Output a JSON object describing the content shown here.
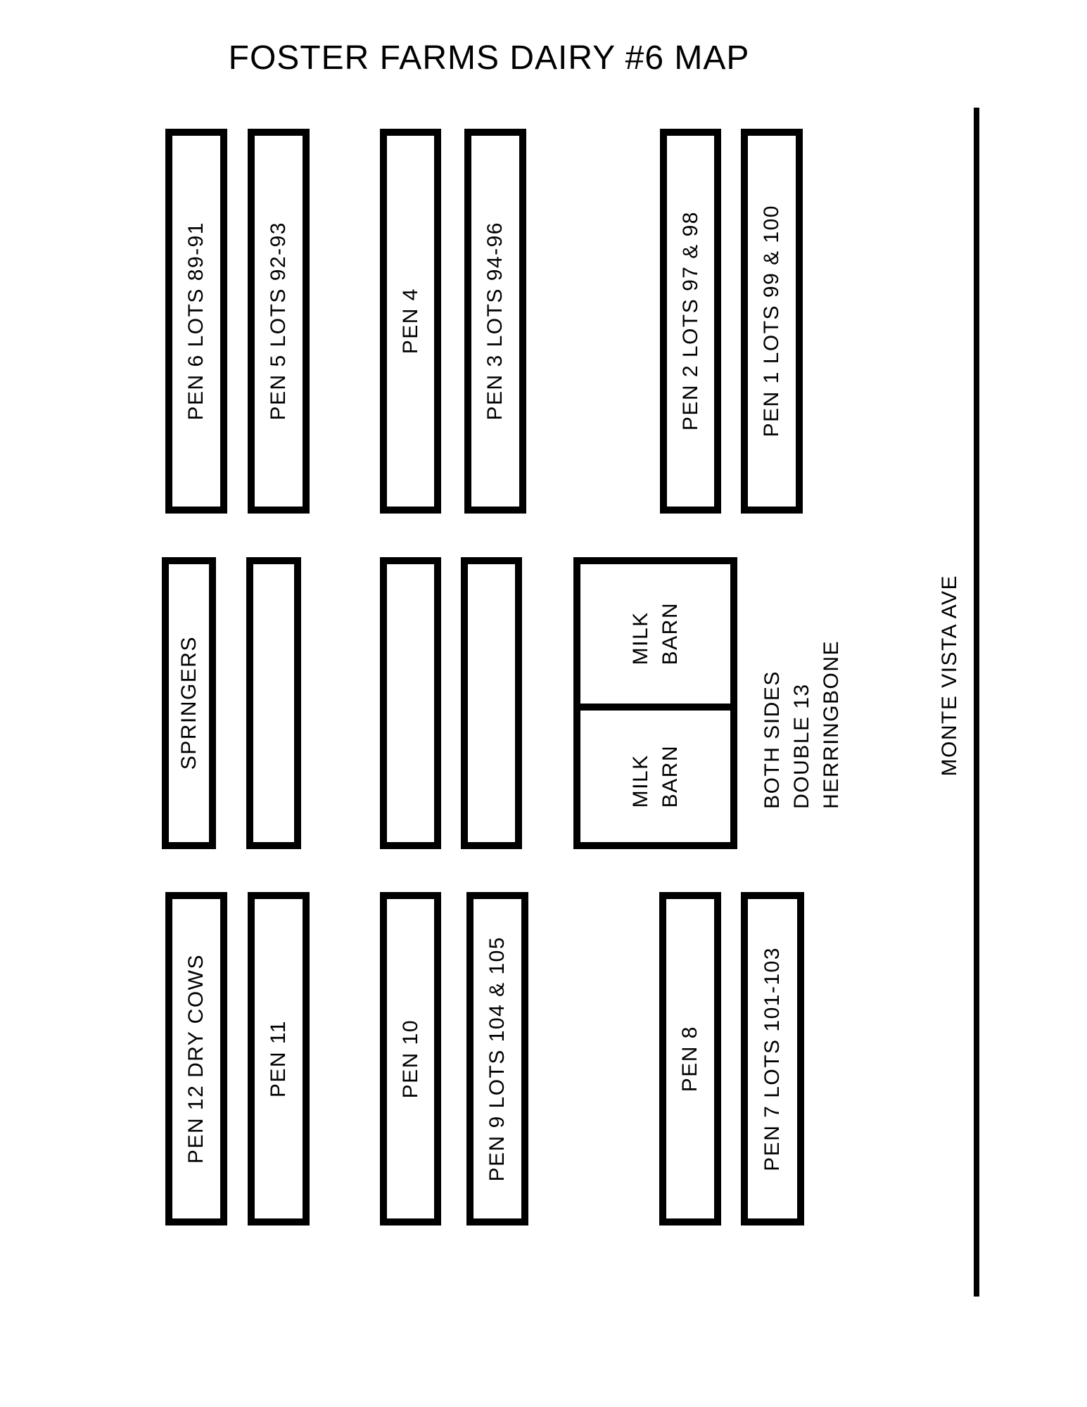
{
  "title": "FOSTER FARMS DAIRY #6 MAP",
  "rows": {
    "top": [
      {
        "label": "PEN 6 LOTS 89-91"
      },
      {
        "label": "PEN 5 LOTS 92-93"
      },
      {
        "label": "PEN 4"
      },
      {
        "label": "PEN 3 LOTS 94-96"
      },
      {
        "label": "PEN 2 LOTS 97 & 98"
      },
      {
        "label": "PEN 1 LOTS 99 & 100"
      }
    ],
    "middle": [
      {
        "label": "SPRINGERS"
      },
      {
        "label": ""
      },
      {
        "label": ""
      },
      {
        "label": ""
      }
    ],
    "bottom": [
      {
        "label": "PEN 12 DRY COWS"
      },
      {
        "label": "PEN 11"
      },
      {
        "label": "PEN 10"
      },
      {
        "label": "PEN 9 LOTS 104 & 105"
      },
      {
        "label": "PEN 8"
      },
      {
        "label": "PEN 7 LOTS 101-103"
      }
    ]
  },
  "milk_barn": {
    "upper": {
      "line1": "MILK",
      "line2": "BARN"
    },
    "lower": {
      "line1": "MILK",
      "line2": "BARN"
    }
  },
  "note": {
    "line1": "BOTH SIDES",
    "line2": "DOUBLE 13",
    "line3": "HERRINGBONE"
  },
  "street": {
    "label": "MONTE VISTA AVE"
  },
  "colors": {
    "ink": "#000000",
    "background": "#ffffff"
  }
}
